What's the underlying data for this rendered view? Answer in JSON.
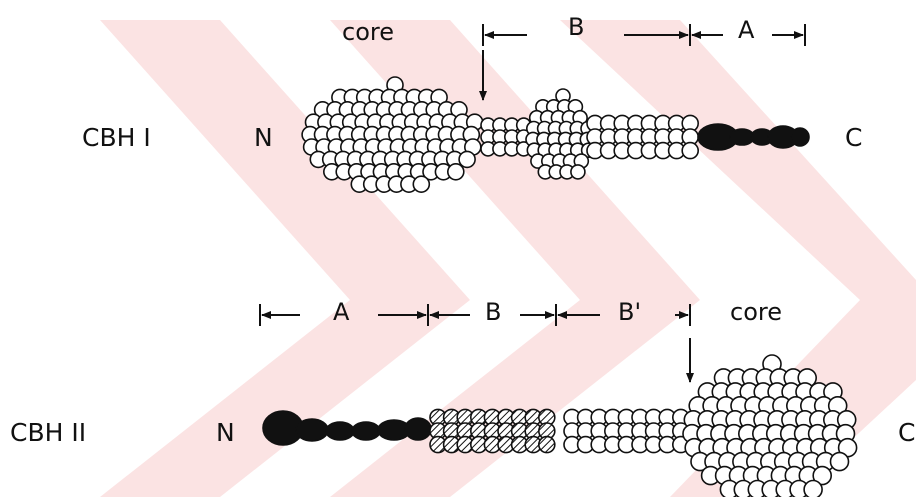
{
  "diagram": {
    "colors": {
      "ink": "#111111",
      "watermark": "#fbe3e3"
    },
    "cbh1": {
      "name": "CBH I",
      "n_terminus": "N",
      "c_terminus": "C",
      "core_label": "core",
      "segments": [
        "B",
        "A"
      ]
    },
    "cbh2": {
      "name": "CBH II",
      "n_terminus": "N",
      "c_terminus": "C",
      "core_label": "core",
      "segments": [
        "A",
        "B",
        "B'"
      ]
    }
  }
}
